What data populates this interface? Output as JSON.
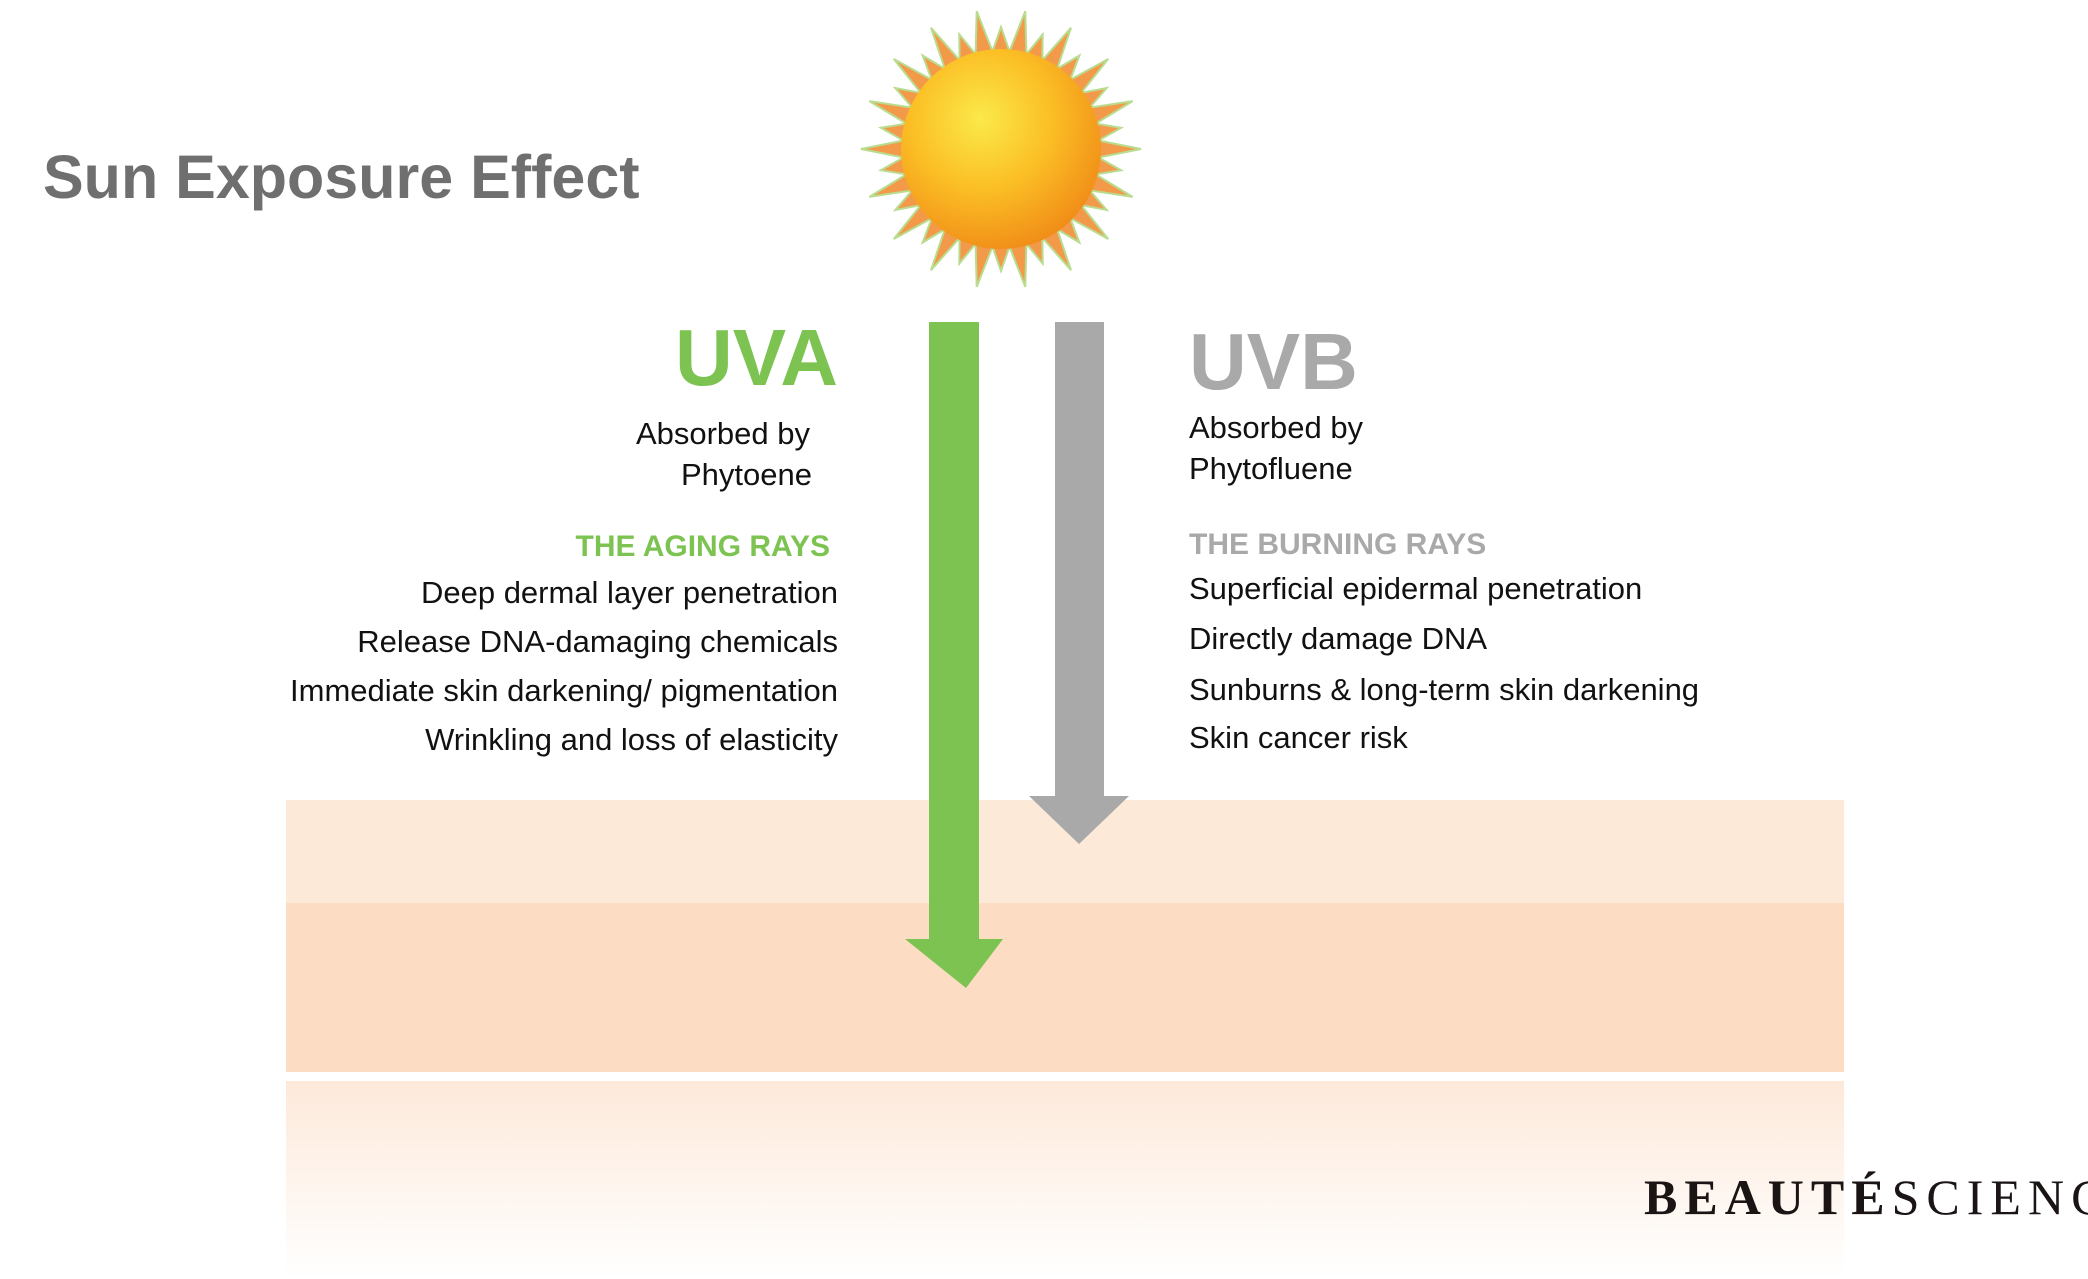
{
  "title": "Sun Exposure Effect",
  "uva": {
    "label": "UVA",
    "absorbed_line1": "Absorbed by",
    "absorbed_line2": "Phytoene",
    "heading": "THE AGING RAYS",
    "items": [
      "Deep dermal layer penetration",
      "Release DNA-damaging chemicals",
      "Immediate skin darkening/ pigmentation",
      "Wrinkling and loss of elasticity"
    ],
    "color": "#7dc352"
  },
  "uvb": {
    "label": "UVB",
    "absorbed_line1": "Absorbed by",
    "absorbed_line2": "Phytofluene",
    "heading": "THE BURNING RAYS",
    "items": [
      "Superficial epidermal penetration",
      "Directly damage DNA",
      "Sunburns & long-term skin darkening",
      "Skin cancer risk"
    ],
    "color": "#a9a9a9"
  },
  "logo": {
    "bold": "BEAUTÉ",
    "light": "SCIENCE"
  }
}
